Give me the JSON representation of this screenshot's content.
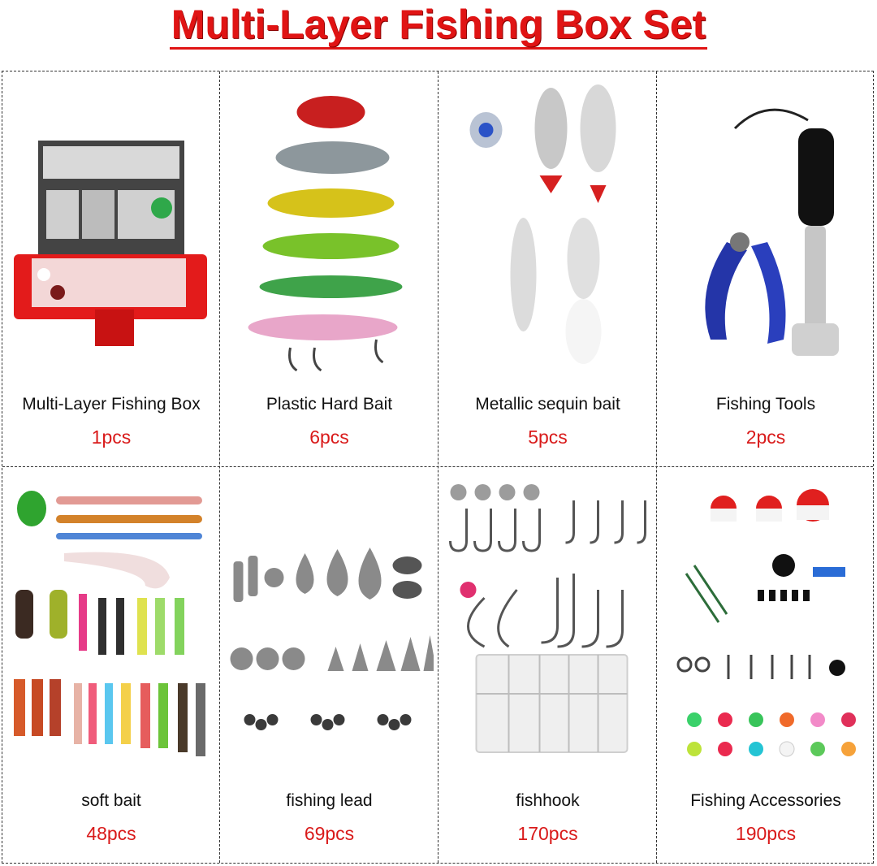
{
  "title": "Multi-Layer Fishing Box Set",
  "colors": {
    "title": "#e01414",
    "count": "#d91a1a"
  },
  "items": [
    {
      "label": "Multi-Layer Fishing Box",
      "count": "1pcs",
      "icon": "tackle-box-icon"
    },
    {
      "label": "Plastic Hard Bait",
      "count": "6pcs",
      "icon": "hard-bait-icon"
    },
    {
      "label": "Metallic sequin bait",
      "count": "5pcs",
      "icon": "spoon-lure-icon"
    },
    {
      "label": "Fishing Tools",
      "count": "2pcs",
      "icon": "pliers-grip-icon"
    },
    {
      "label": "soft bait",
      "count": "48pcs",
      "icon": "soft-bait-icon"
    },
    {
      "label": "fishing lead",
      "count": "69pcs",
      "icon": "sinker-icon"
    },
    {
      "label": "fishhook",
      "count": "170pcs",
      "icon": "fishhook-icon"
    },
    {
      "label": "Fishing Accessories",
      "count": "190pcs",
      "icon": "accessories-icon"
    }
  ]
}
